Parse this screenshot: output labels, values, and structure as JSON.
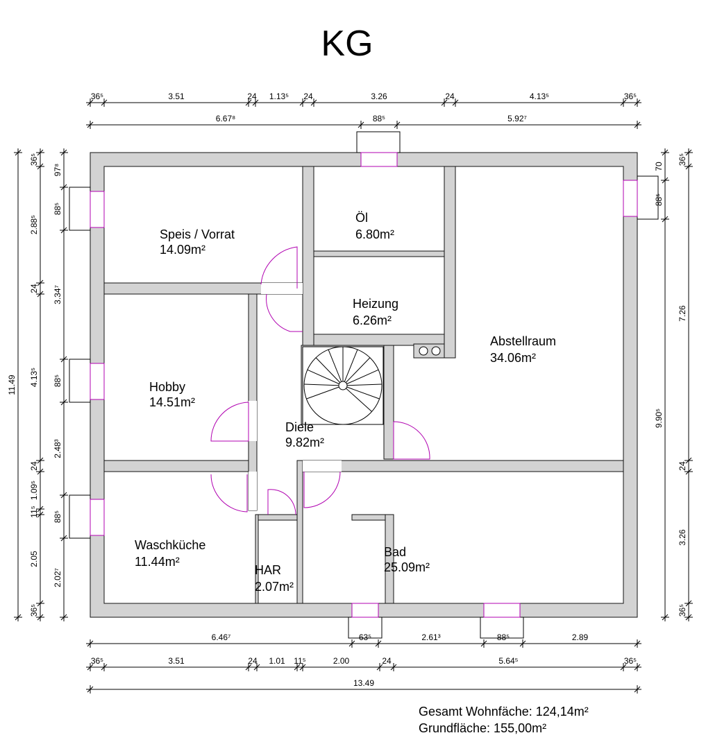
{
  "title": "KG",
  "rooms": {
    "speis": {
      "name": "Speis / Vorrat",
      "area": "14.09m²"
    },
    "oel": {
      "name": "Öl",
      "area": "6.80m²"
    },
    "heizung": {
      "name": "Heizung",
      "area": "6.26m²"
    },
    "abstellraum": {
      "name": "Abstellraum",
      "area": "34.06m²"
    },
    "hobby": {
      "name": "Hobby",
      "area": "14.51m²"
    },
    "diele": {
      "name": "Diele",
      "area": "9.82m²"
    },
    "waschkueche": {
      "name": "Waschküche",
      "area": "11.44m²"
    },
    "har": {
      "name": "HAR",
      "area": "2.07m²"
    },
    "bad": {
      "name": "Bad",
      "area": "25.09m²"
    }
  },
  "dims": {
    "top1": [
      "36⁵",
      "3.51",
      "24",
      "1.13⁵",
      "24",
      "3.26",
      "24",
      "4.13⁵",
      "36⁵"
    ],
    "top2": [
      "6.67⁸",
      "88⁵",
      "5.92⁷"
    ],
    "bottom1": [
      "6.46⁷",
      "63⁵",
      "2.61³",
      "88⁵",
      "2.89"
    ],
    "bottom2": [
      "36⁵",
      "3.51",
      "24",
      "1.01",
      "11⁵",
      "2.00",
      "24",
      "5.64⁵",
      "36⁵"
    ],
    "bottom3": [
      "13.49"
    ],
    "left_outer": [
      "11.49"
    ],
    "left_mid": [
      "36⁵",
      "2.88⁵",
      "24",
      "4.13⁵",
      "24",
      "1.09⁵",
      "11⁵",
      "2.05",
      "36⁵"
    ],
    "left_inner": [
      "97⁸",
      "88⁵",
      "3.34⁷",
      "88⁵",
      "2.48³",
      "88⁵",
      "2.02⁷"
    ],
    "right_inner": [
      "70",
      "88⁵",
      "9.90⁵"
    ],
    "right_outer": [
      "36⁵",
      "7.26",
      "24",
      "3.26",
      "36⁵"
    ]
  },
  "footer": {
    "wohnflaeche": "Gesamt Wohnfäche: 124,14m²",
    "grundflaeche": "Grundfläche: 155,00m²"
  }
}
